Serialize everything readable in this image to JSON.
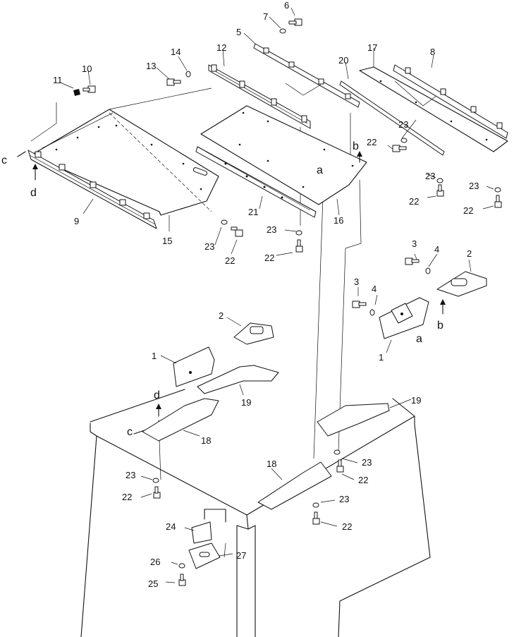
{
  "diagram": {
    "part_numbers": [
      "1",
      "2",
      "3",
      "4",
      "5",
      "6",
      "7",
      "8",
      "9",
      "10",
      "11",
      "12",
      "13",
      "14",
      "15",
      "16",
      "17",
      "18",
      "19",
      "20",
      "21",
      "22",
      "23",
      "24",
      "25",
      "26",
      "27"
    ],
    "reference_letters": [
      "a",
      "b",
      "c",
      "d"
    ],
    "labels": [
      {
        "id": "lbl-6",
        "text": "6"
      },
      {
        "id": "lbl-7",
        "text": "7"
      },
      {
        "id": "lbl-5",
        "text": "5"
      },
      {
        "id": "lbl-10",
        "text": "10"
      },
      {
        "id": "lbl-11",
        "text": "11"
      },
      {
        "id": "lbl-13",
        "text": "13"
      },
      {
        "id": "lbl-14",
        "text": "14"
      },
      {
        "id": "lbl-12",
        "text": "12"
      },
      {
        "id": "lbl-17",
        "text": "17"
      },
      {
        "id": "lbl-8",
        "text": "8"
      },
      {
        "id": "lbl-20",
        "text": "20"
      },
      {
        "id": "lbl-23a",
        "text": "23"
      },
      {
        "id": "lbl-22a",
        "text": "22"
      },
      {
        "id": "lbl-b1",
        "text": "b"
      },
      {
        "id": "lbl-a1",
        "text": "a"
      },
      {
        "id": "lbl-c1",
        "text": "c"
      },
      {
        "id": "lbl-d1",
        "text": "d"
      },
      {
        "id": "lbl-9",
        "text": "9"
      },
      {
        "id": "lbl-15",
        "text": "15"
      },
      {
        "id": "lbl-21",
        "text": "21"
      },
      {
        "id": "lbl-16",
        "text": "16"
      },
      {
        "id": "lbl-23b",
        "text": "23"
      },
      {
        "id": "lbl-22b",
        "text": "22"
      },
      {
        "id": "lbl-23c",
        "text": "23"
      },
      {
        "id": "lbl-22c",
        "text": "22"
      },
      {
        "id": "lbl-23d",
        "text": "23"
      },
      {
        "id": "lbl-22d",
        "text": "22"
      },
      {
        "id": "lbl-23e",
        "text": "23"
      },
      {
        "id": "lbl-22e",
        "text": "22"
      },
      {
        "id": "lbl-3a",
        "text": "3"
      },
      {
        "id": "lbl-4a",
        "text": "4"
      },
      {
        "id": "lbl-2a",
        "text": "2"
      },
      {
        "id": "lbl-3b",
        "text": "3"
      },
      {
        "id": "lbl-4b",
        "text": "4"
      },
      {
        "id": "lbl-b2",
        "text": "b"
      },
      {
        "id": "lbl-a2",
        "text": "a"
      },
      {
        "id": "lbl-1a",
        "text": "1"
      },
      {
        "id": "lbl-2b",
        "text": "2"
      },
      {
        "id": "lbl-1b",
        "text": "1"
      },
      {
        "id": "lbl-19a",
        "text": "19"
      },
      {
        "id": "lbl-19b",
        "text": "19"
      },
      {
        "id": "lbl-d2",
        "text": "d"
      },
      {
        "id": "lbl-c2",
        "text": "c"
      },
      {
        "id": "lbl-18a",
        "text": "18"
      },
      {
        "id": "lbl-23f",
        "text": "23"
      },
      {
        "id": "lbl-22f",
        "text": "22"
      },
      {
        "id": "lbl-23g",
        "text": "23"
      },
      {
        "id": "lbl-22g",
        "text": "22"
      },
      {
        "id": "lbl-18b",
        "text": "18"
      },
      {
        "id": "lbl-23h",
        "text": "23"
      },
      {
        "id": "lbl-22h",
        "text": "22"
      },
      {
        "id": "lbl-24",
        "text": "24"
      },
      {
        "id": "lbl-27",
        "text": "27"
      },
      {
        "id": "lbl-26",
        "text": "26"
      },
      {
        "id": "lbl-25",
        "text": "25"
      }
    ]
  }
}
